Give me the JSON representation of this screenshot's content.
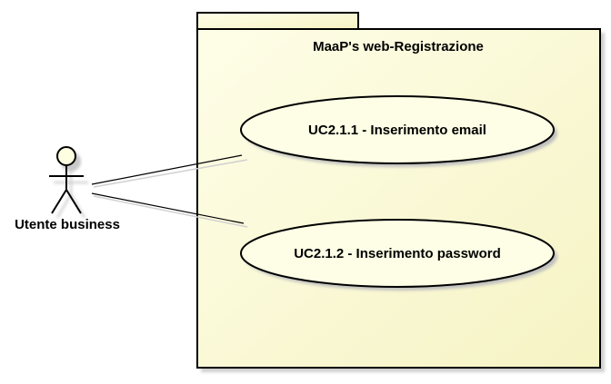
{
  "diagram": {
    "type": "uml-use-case",
    "package": {
      "title": "MaaP's web-Registrazione"
    },
    "actor": {
      "name": "Utente business"
    },
    "use_cases": [
      {
        "id": "uc1",
        "label": "UC2.1.1 - Inserimento email"
      },
      {
        "id": "uc2",
        "label": "UC2.1.2 - Inserimento password"
      }
    ],
    "associations": [
      {
        "from": "actor",
        "to": "uc1"
      },
      {
        "from": "actor",
        "to": "uc2"
      }
    ],
    "colors": {
      "package_fill_light": "#fefee8",
      "package_fill_dark": "#f6f3c4",
      "use_case_fill": "#fefee6",
      "actor_fill": "#fefee0",
      "stroke": "#000000",
      "shadow": "#c8c8c8"
    }
  }
}
